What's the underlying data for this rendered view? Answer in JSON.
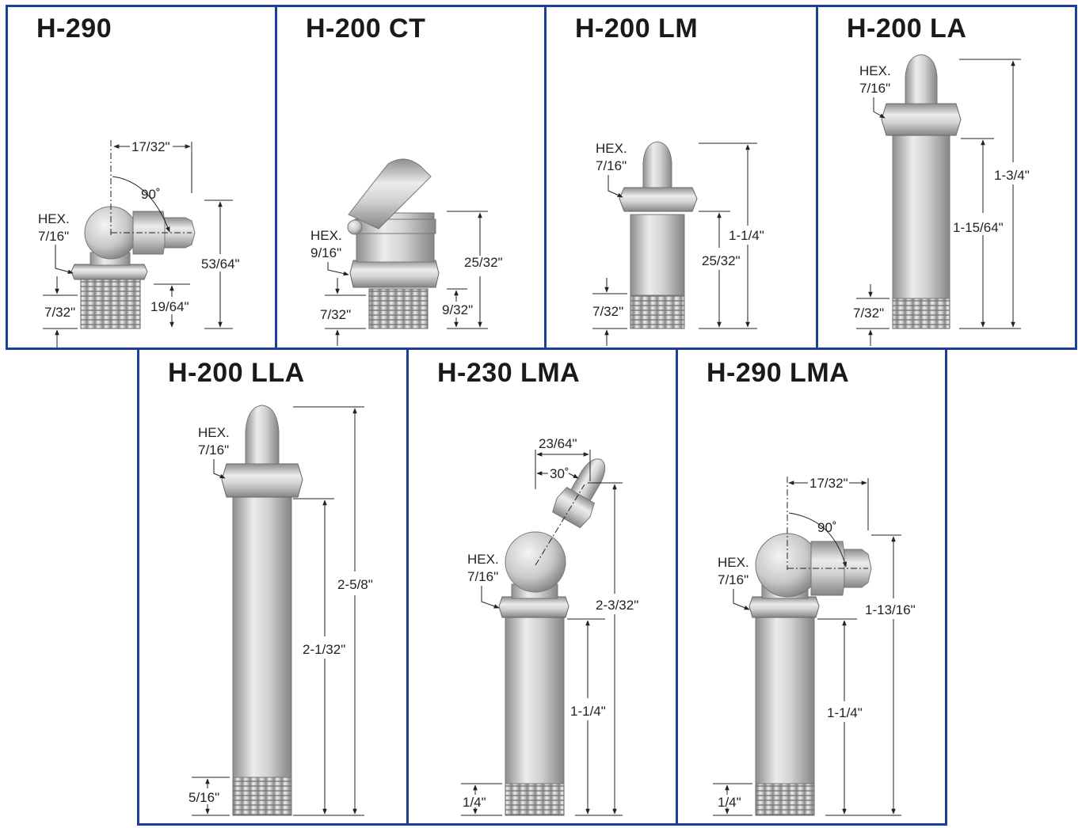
{
  "colors": {
    "border": "#1d3f96",
    "metal_light": "#e8e8e8",
    "metal_dark": "#8a8a8a"
  },
  "panels": [
    {
      "id": "h290",
      "title": "H-290",
      "labels": {
        "hex": "HEX.",
        "hex_size": "7/16\"",
        "overhang": "17/32\"",
        "angle": "90˚",
        "height": "53/64\"",
        "thread": "7/32\"",
        "hex_height": "19/64\""
      }
    },
    {
      "id": "h200ct",
      "title": "H-200 CT",
      "labels": {
        "hex": "HEX.",
        "hex_size": "9/16\"",
        "height": "25/32\"",
        "thread": "7/32\"",
        "hex_height": "9/32\""
      }
    },
    {
      "id": "h200lm",
      "title": "H-200 LM",
      "labels": {
        "hex": "HEX.",
        "hex_size": "7/16\"",
        "height": "1-1/4\"",
        "body": "25/32\"",
        "thread": "7/32\""
      }
    },
    {
      "id": "h200la",
      "title": "H-200 LA",
      "labels": {
        "hex": "HEX.",
        "hex_size": "7/16\"",
        "height": "1-3/4\"",
        "body": "1-15/64\"",
        "thread": "7/32\""
      }
    },
    {
      "id": "h200lla",
      "title": "H-200 LLA",
      "labels": {
        "hex": "HEX.",
        "hex_size": "7/16\"",
        "height": "2-5/8\"",
        "body": "2-1/32\"",
        "thread": "5/16\""
      }
    },
    {
      "id": "h230lma",
      "title": "H-230 LMA",
      "labels": {
        "hex": "HEX.",
        "hex_size": "7/16\"",
        "overhang": "23/64\"",
        "angle": "30˚",
        "height": "2-3/32\"",
        "body": "1-1/4\"",
        "thread": "1/4\""
      }
    },
    {
      "id": "h290lma",
      "title": "H-290 LMA",
      "labels": {
        "hex": "HEX.",
        "hex_size": "7/16\"",
        "overhang": "17/32\"",
        "angle": "90˚",
        "height": "1-13/16\"",
        "body": "1-1/4\"",
        "thread": "1/4\""
      }
    }
  ]
}
